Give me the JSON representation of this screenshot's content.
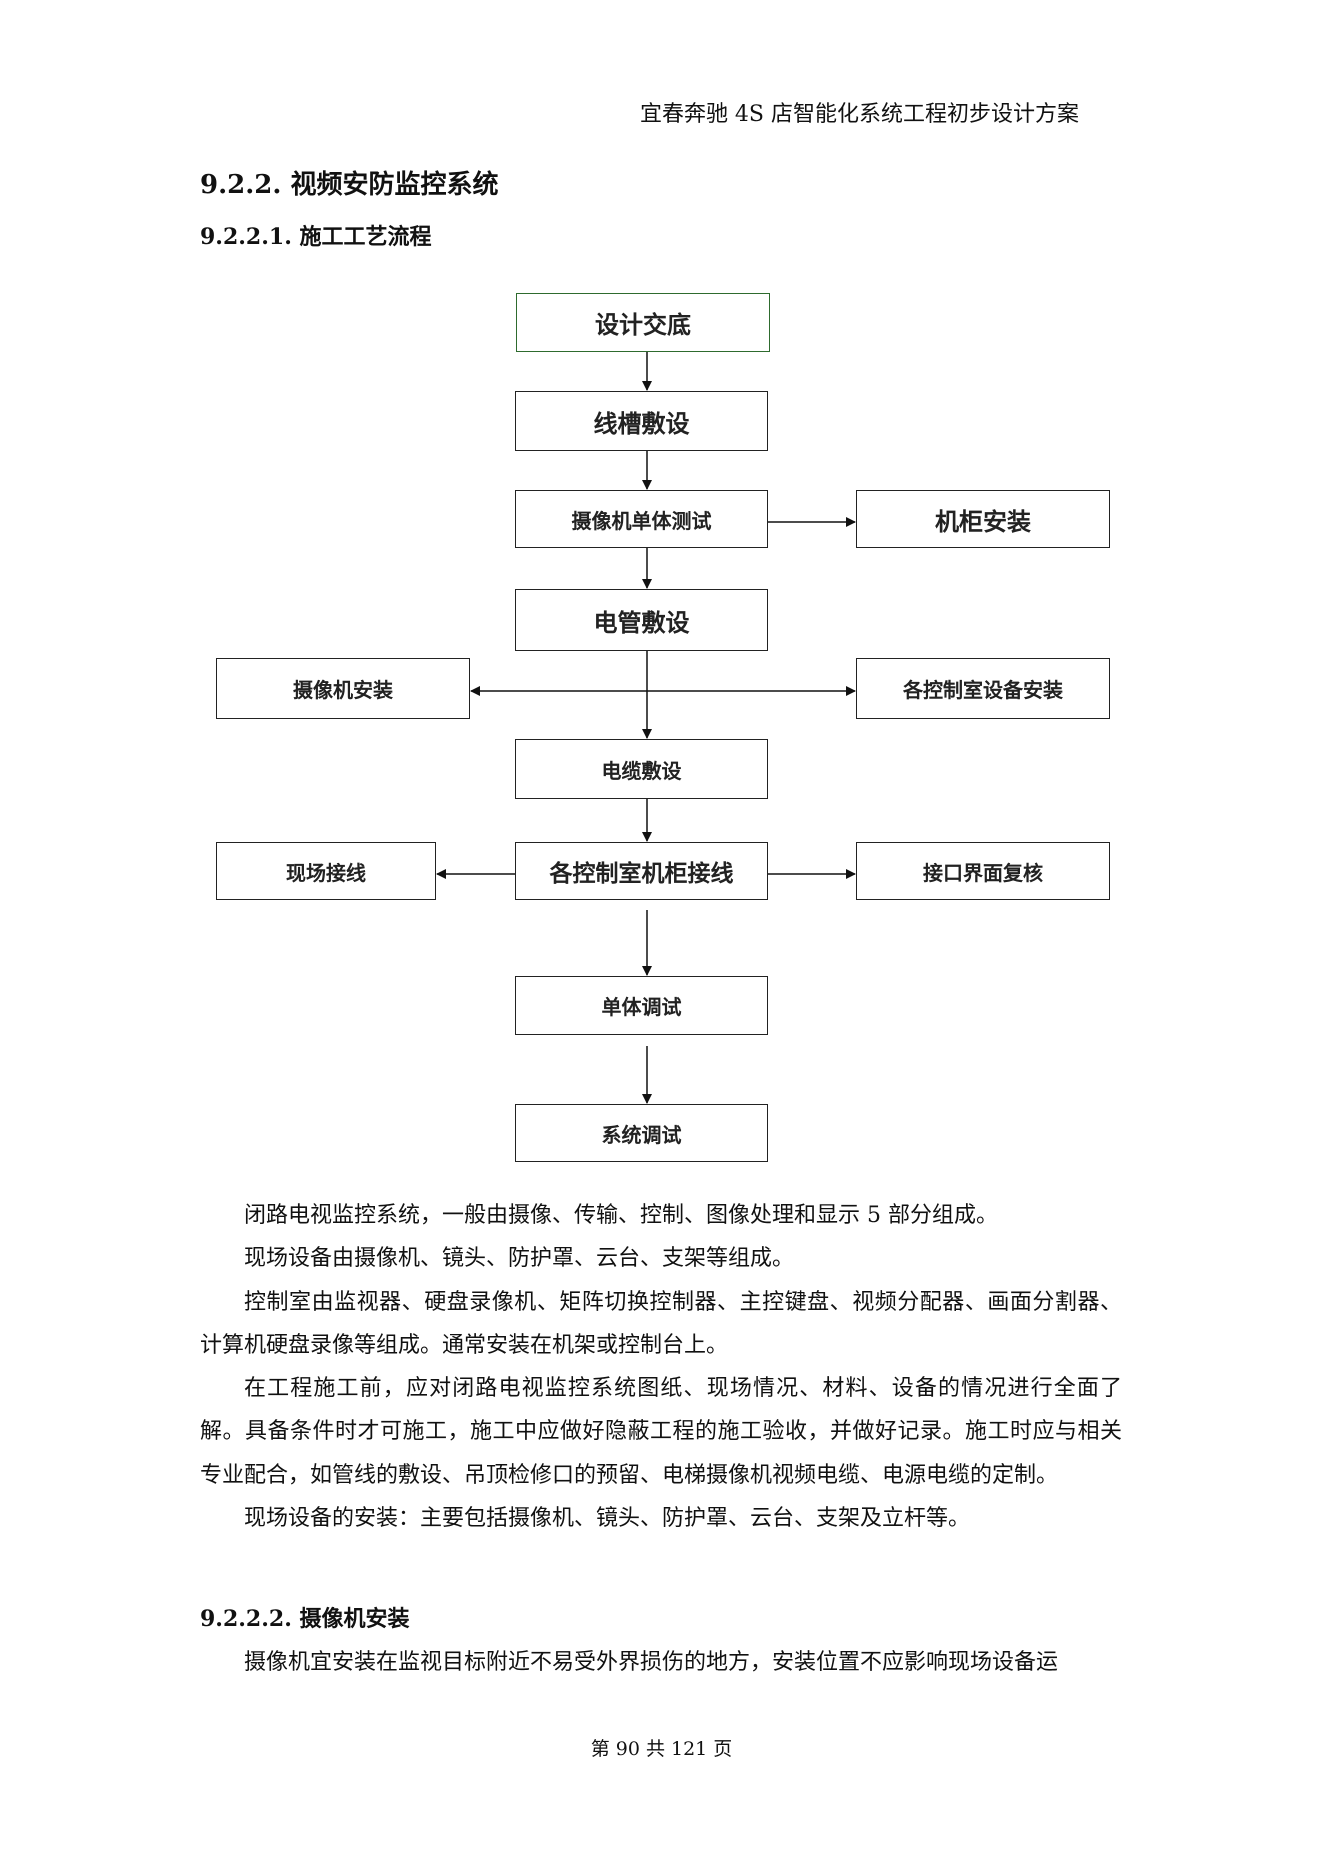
{
  "header": {
    "title": "宜春奔驰 4S 店智能化系统工程初步设计方案"
  },
  "section": {
    "title": "9.2.2. 视频安防监控系统"
  },
  "subsection1": {
    "title": "9.2.2.1. 施工工艺流程"
  },
  "flowchart": {
    "design": "设计交底",
    "trunking": "线槽敷设",
    "camera_test": "摄像机单体测试",
    "cabinet_install": "机柜安装",
    "conduit": "电管敷设",
    "camera_install": "摄像机安装",
    "control_room_install": "各控制室设备安装",
    "cable": "电缆敷设",
    "field_wiring": "现场接线",
    "cabinet_wiring": "各控制室机柜接线",
    "interface_check": "接口界面复核",
    "unit_debug": "单体调试",
    "system_debug": "系统调试"
  },
  "paragraphs": [
    "闭路电视监控系统，一般由摄像、传输、控制、图像处理和显示 5 部分组成。",
    "现场设备由摄像机、镜头、防护罩、云台、支架等组成。",
    "控制室由监视器、硬盘录像机、矩阵切换控制器、主控键盘、视频分配器、画面分割器、计算机硬盘录像等组成。通常安装在机架或控制台上。",
    "在工程施工前，应对闭路电视监控系统图纸、现场情况、材料、设备的情况进行全面了解。具备条件时才可施工，施工中应做好隐蔽工程的施工验收，并做好记录。施工时应与相关专业配合，如管线的敷设、吊顶检修口的预留、电梯摄像机视频电缆、电源电缆的定制。",
    "现场设备的安装：主要包括摄像机、镜头、防护罩、云台、支架及立杆等。"
  ],
  "subsection2": {
    "title": "9.2.2.2. 摄像机安装"
  },
  "paragraph_last": "摄像机宜安装在监视目标附近不易受外界损伤的地方，安装位置不应影响现场设备运",
  "footer": {
    "page": "第 90 共 121 页"
  }
}
